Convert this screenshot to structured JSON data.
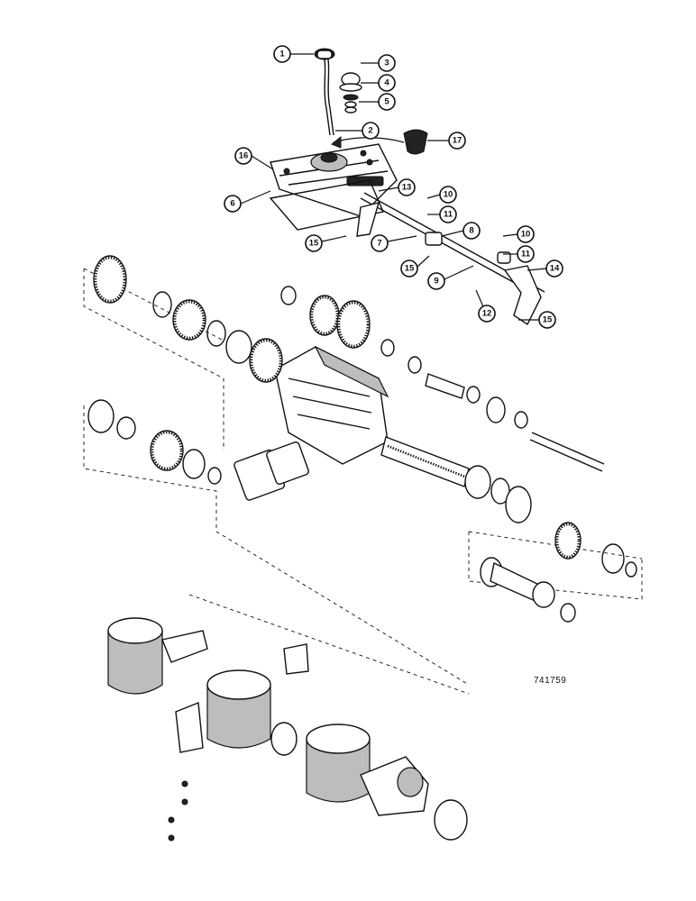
{
  "figure_id": "741759",
  "callouts": [
    "1",
    "2",
    "3",
    "4",
    "5",
    "6",
    "7",
    "8",
    "9",
    "10",
    "11",
    "12",
    "13",
    "14",
    "15",
    "16",
    "17",
    "15",
    "10",
    "11",
    "15"
  ]
}
